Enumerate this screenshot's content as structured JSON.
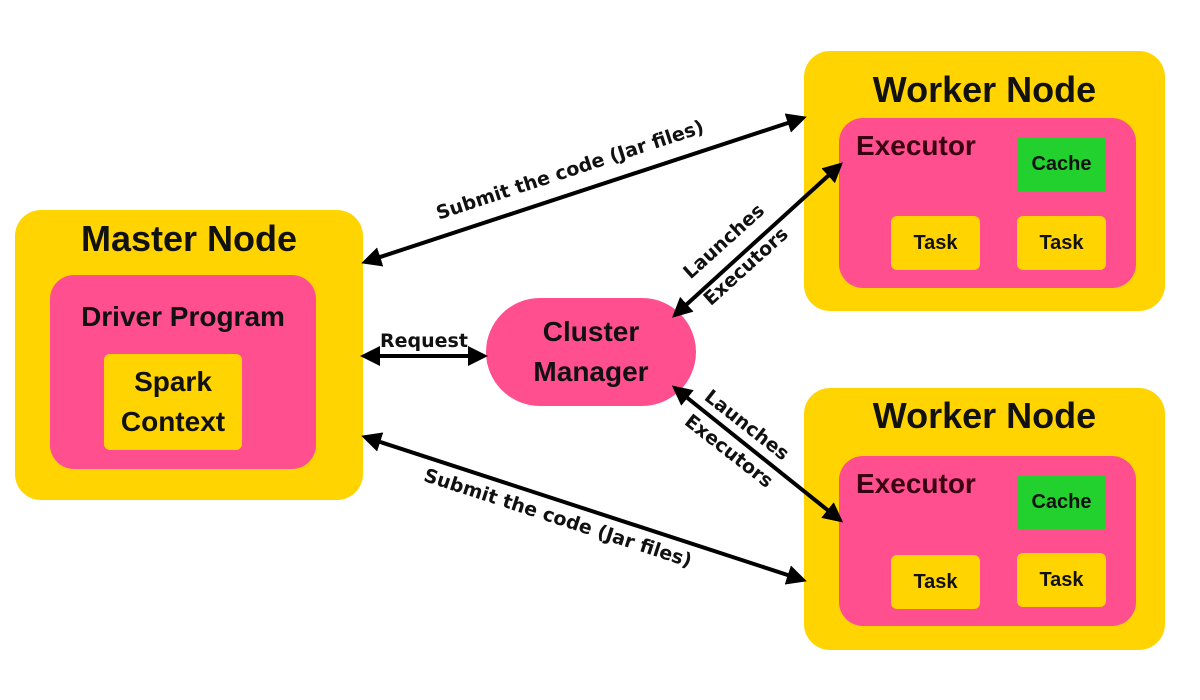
{
  "master": {
    "title": "Master Node",
    "driver_title": "Driver Program",
    "spark_context": [
      "Spark",
      "Context"
    ]
  },
  "cluster_manager": [
    "Cluster",
    "Manager"
  ],
  "workers": [
    {
      "title": "Worker Node",
      "executor": "Executor",
      "cache": "Cache",
      "tasks": [
        "Task",
        "Task"
      ]
    },
    {
      "title": "Worker Node",
      "executor": "Executor",
      "cache": "Cache",
      "tasks": [
        "Task",
        "Task"
      ]
    }
  ],
  "edges": {
    "submit_top": "Submit the code (Jar files)",
    "submit_bottom": "Submit the code (Jar files)",
    "request": "Request",
    "launch_top": [
      "Launches",
      "Executors"
    ],
    "launch_bottom": [
      "Launches",
      "Executors"
    ]
  },
  "colors": {
    "node_yellow": "#FFD400",
    "pink": "#FF4F8F",
    "cache_green": "#23D12E",
    "arrow": "#000000"
  }
}
